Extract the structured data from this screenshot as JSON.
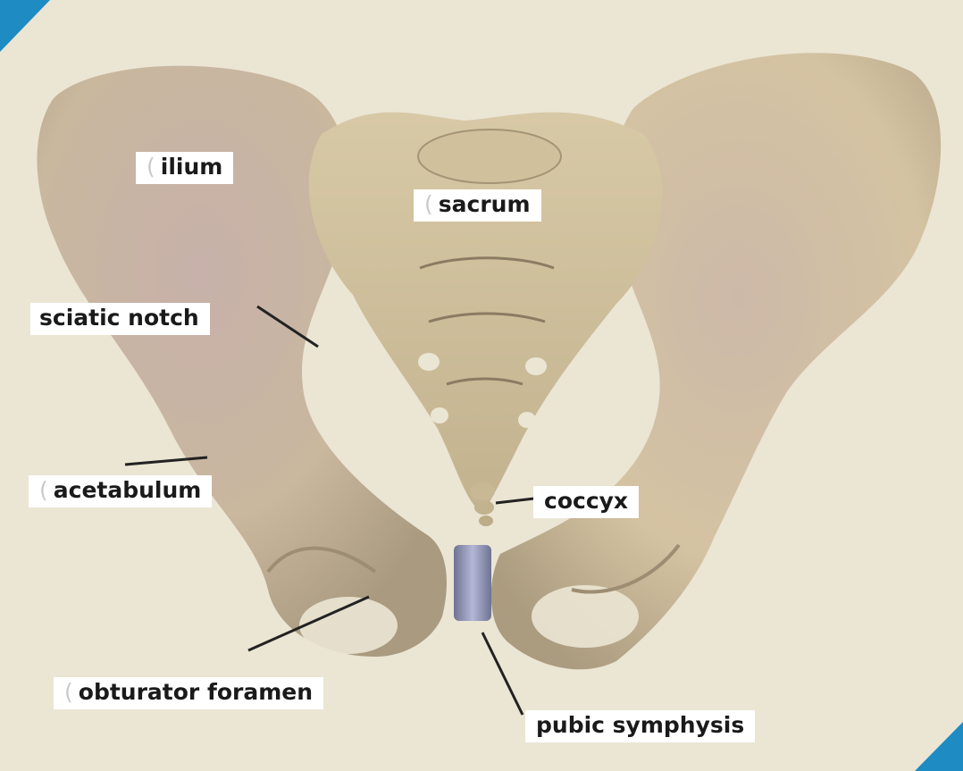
{
  "diagram": {
    "labels": {
      "ilium": "ilium",
      "sacrum": "sacrum",
      "sciatic_notch": "sciatic notch",
      "acetabulum": "acetabulum",
      "coccyx": "coccyx",
      "obturator_foramen": "obturator foramen",
      "pubic_symphysis": "pubic symphysis"
    },
    "colors": {
      "background": "#ebe5d4",
      "bone": "#d9c9a3",
      "bone_shadow": "#a8987a",
      "ilium_tint": "#c3afa8",
      "cartilage": "#9ea2c2",
      "corner_accent": "#1e8bc3",
      "label_box": "#ffffff",
      "leader_line": "#222222"
    }
  }
}
